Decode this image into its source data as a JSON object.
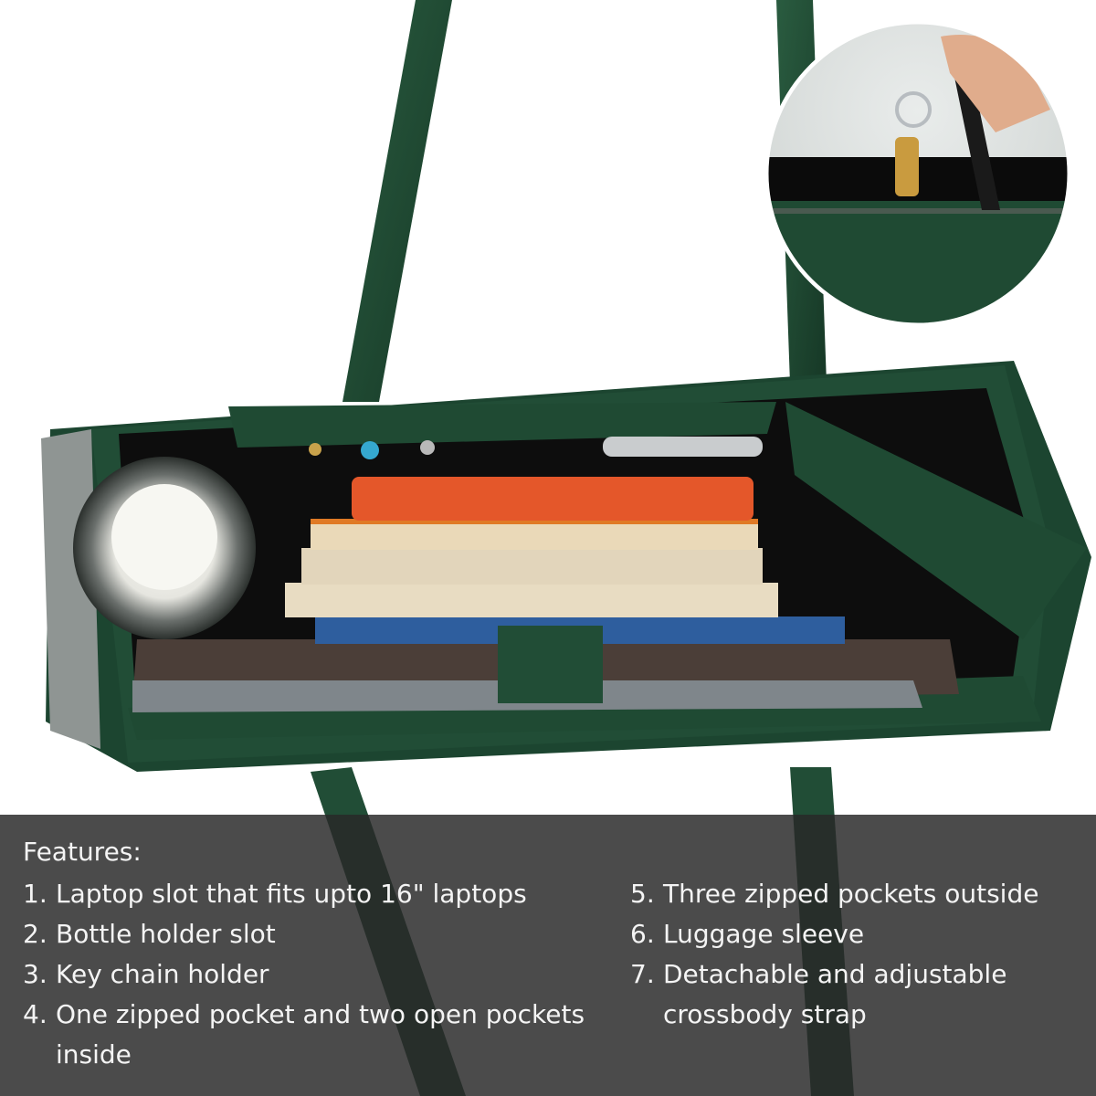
{
  "features": {
    "heading": "Features:",
    "left": [
      {
        "num": "1.",
        "text": "Laptop slot that fits upto 16\" laptops"
      },
      {
        "num": "2.",
        "text": "Bottle holder slot"
      },
      {
        "num": "3.",
        "text": "Key chain holder"
      },
      {
        "num": "4.",
        "text": "One zipped pocket and two open pockets inside"
      }
    ],
    "right": [
      {
        "num": "5.",
        "text": "Three zipped pockets outside"
      },
      {
        "num": "6.",
        "text": "Luggage sleeve"
      },
      {
        "num": "7.",
        "text": "Detachable and adjustable crossbody strap"
      }
    ]
  },
  "colors": {
    "leather": "#1f4a33",
    "panel": "#2a2a2a",
    "text": "#f4f4f4",
    "background": "#ffffff"
  }
}
